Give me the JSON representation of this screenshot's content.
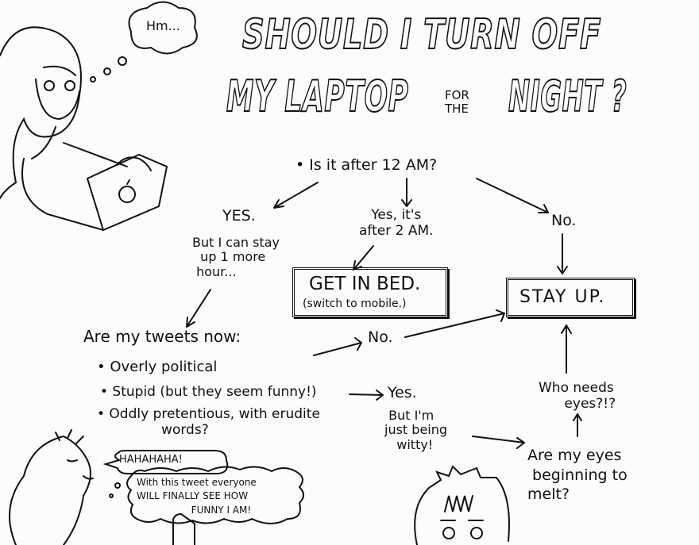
{
  "title": {
    "line1": "SHOULD I TURN OFF",
    "line2_a": "MY LAPTOP",
    "line2_small": "FOR\nTHE",
    "line2_b": "NIGHT ?"
  },
  "thought_hm": "Hm...",
  "question_main": "• Is it after 12 AM?",
  "branch_yes": {
    "label": "YES.",
    "note": "But I can stay\n  up 1 more\n hour..."
  },
  "branch_yes2": {
    "label": "Yes, it's\nafter 2 AM."
  },
  "branch_no": {
    "label": "No."
  },
  "box_bed": {
    "title": "GET IN BED.",
    "subtitle": "(switch to mobile.)"
  },
  "box_stay": {
    "title": "STAY UP."
  },
  "tweets": {
    "question": "Are my tweets now:",
    "options": [
      "• Overly political",
      "• Stupid (but they seem funny!)",
      "• Oddly pretentious, with erudite\n               words?"
    ],
    "no": "No.",
    "yes": "Yes.",
    "yes_note": " But I'm\njust being\n   witty!"
  },
  "eyes": {
    "question": "Are my eyes\n beginning to\nmelt?",
    "answer": "Who needs\n      eyes?!?"
  },
  "bubbles": {
    "laugh": "HAHAHAHA!",
    "thought": "With this tweet everyone\nWILL FINALLY SEE HOW\n                  FUNNY I AM!"
  },
  "colors": {
    "ink": "#111111",
    "paper": "#fcfcfc"
  }
}
